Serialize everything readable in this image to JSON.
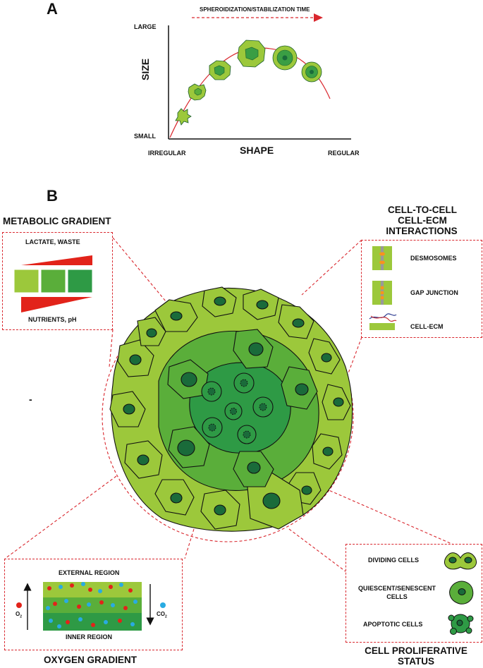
{
  "panel_a": {
    "letter": "A",
    "time_arrow_label": "SPHEROIDIZATION/STABILIZATION TIME",
    "y_axis_label": "SIZE",
    "y_top_label": "LARGE",
    "y_bottom_label": "SMALL",
    "x_axis_label": "SHAPE",
    "x_left_label": "IRREGULAR",
    "x_right_label": "REGULAR"
  },
  "panel_b": {
    "letter": "B",
    "metabolic": {
      "title": "METABOLIC GRADIENT",
      "top_label": "LACTATE, WASTE",
      "bottom_label": "NUTRIENTS, pH"
    },
    "interactions": {
      "title_line1": "CELL-TO-CELL",
      "title_line2": "CELL-ECM",
      "title_line3": "INTERACTIONS",
      "items": [
        "DESMOSOMES",
        "GAP JUNCTION",
        "CELL-ECM"
      ]
    },
    "stray_mark": "-",
    "oxygen": {
      "title": "OXYGEN GRADIENT",
      "top_label": "EXTERNAL REGION",
      "bottom_label": "INNER REGION",
      "o2_label": "O",
      "o2_sub": "2",
      "co2_label": "CO",
      "co2_sub": "2"
    },
    "proliferative": {
      "title_line1": "CELL PROLIFERATIVE",
      "title_line2": "STATUS",
      "dividing": "DIVIDING CELLS",
      "quiescent_line1": "QUIESCENT/SENESCENT",
      "quiescent_line2": "CELLS",
      "apoptotic": "APOPTOTIC CELLS"
    }
  },
  "colors": {
    "accent_red": "#d9272e",
    "outer_green": "#9cc83b",
    "mid_green": "#5aae3a",
    "inner_green": "#2e9a45",
    "nucleus_green": "#1a6b3a",
    "o2_dot": "#e2231a",
    "co2_dot": "#29abe2"
  }
}
